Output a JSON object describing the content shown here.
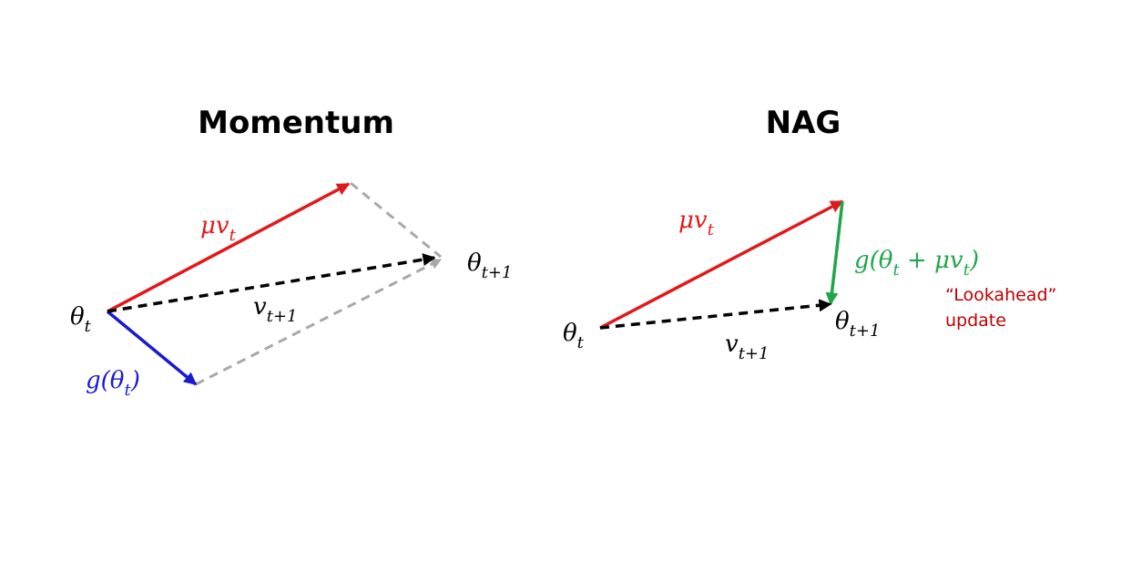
{
  "colors": {
    "momentum_vector": "#e0191b",
    "gradient_vector": "#1a1ad0",
    "lookahead_gradient": "#1fa64a",
    "update_vector": "#000000",
    "completion_lines": "#a8a8a8",
    "note_text": "#c00000"
  },
  "momentum": {
    "title": "Momentum",
    "theta_t": {
      "sym": "θ",
      "sub": "t"
    },
    "mu_v": {
      "sym": "μv",
      "sub": "t"
    },
    "gradient": {
      "pre": "g(θ",
      "sub": "t",
      "post": ")"
    },
    "v_next": {
      "sym": "v",
      "sub": "t+1"
    },
    "theta_next": {
      "sym": "θ",
      "sub": "t+1"
    }
  },
  "nag": {
    "title": "NAG",
    "theta_t": {
      "sym": "θ",
      "sub": "t"
    },
    "mu_v": {
      "sym": "μv",
      "sub": "t"
    },
    "gradient": {
      "pre": "g(θ",
      "sub1": "t",
      "mid": " + μv",
      "sub2": "t",
      "post": ")"
    },
    "v_next": {
      "sym": "v",
      "sub": "t+1"
    },
    "theta_next": {
      "sym": "θ",
      "sub": "t+1"
    },
    "note_line1": "“Lookahead”",
    "note_line2": "update"
  }
}
